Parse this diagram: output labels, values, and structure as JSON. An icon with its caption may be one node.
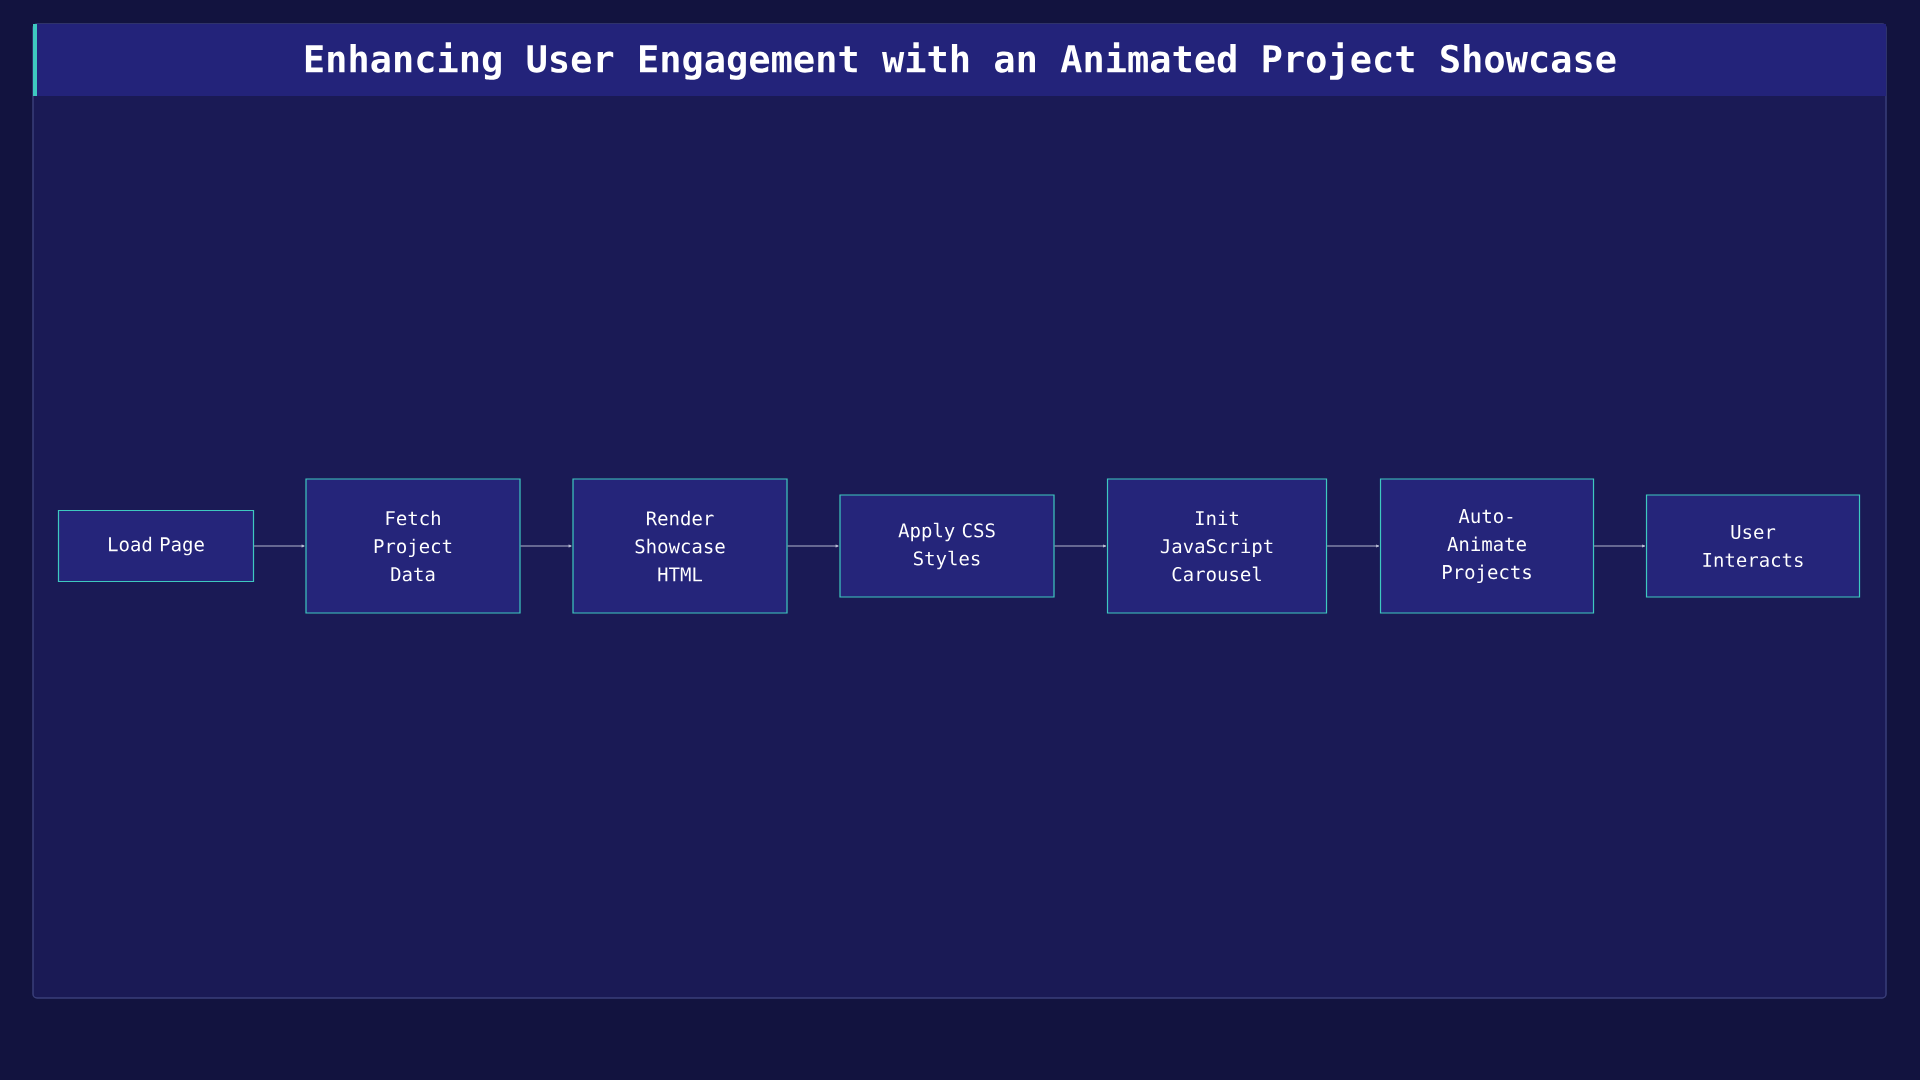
{
  "diagram": {
    "title": "Enhancing User Engagement with an Animated Project Showcase",
    "nodes": [
      {
        "text": [
          "Load Page"
        ]
      },
      {
        "text": [
          "Fetch Project Data"
        ]
      },
      {
        "text": [
          "Render Showcase HTML"
        ]
      },
      {
        "text": [
          "Apply CSS Styles"
        ]
      },
      {
        "text": [
          "Init JavaScript Carousel"
        ]
      },
      {
        "text": [
          "Auto-Animate Projects"
        ]
      },
      {
        "text": [
          "User Interacts"
        ]
      }
    ],
    "edges": [
      {
        "from": 0,
        "to": 1,
        "arrow": "to"
      },
      {
        "from": 1,
        "to": 2,
        "arrow": "to"
      },
      {
        "from": 2,
        "to": 3,
        "arrow": "to"
      },
      {
        "from": 3,
        "to": 4,
        "arrow": "to"
      },
      {
        "from": 4,
        "to": 5,
        "arrow": "to"
      },
      {
        "from": 5,
        "to": 6,
        "arrow": "to"
      }
    ]
  }
}
